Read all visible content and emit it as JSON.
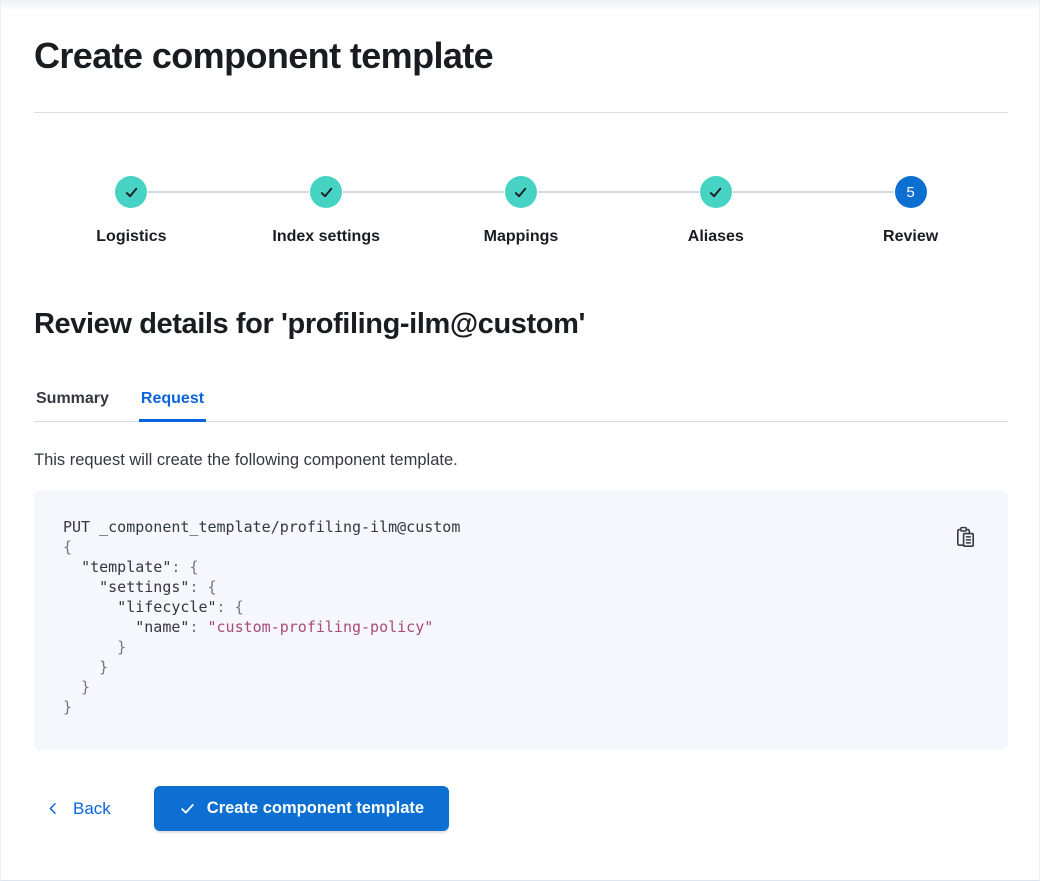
{
  "header": {
    "title": "Create component template"
  },
  "stepper": {
    "steps": [
      {
        "label": "Logistics",
        "status": "complete"
      },
      {
        "label": "Index settings",
        "status": "complete"
      },
      {
        "label": "Mappings",
        "status": "complete"
      },
      {
        "label": "Aliases",
        "status": "complete"
      },
      {
        "label": "Review",
        "status": "current",
        "number": "5"
      }
    ]
  },
  "review": {
    "heading": "Review details for 'profiling-ilm@custom'"
  },
  "tabs": [
    {
      "label": "Summary",
      "active": false
    },
    {
      "label": "Request",
      "active": true
    }
  ],
  "request": {
    "description": "This request will create the following component template.",
    "code": {
      "lines": [
        [
          {
            "text": "PUT _component_template/profiling-ilm@custom",
            "type": "plain"
          }
        ],
        [
          {
            "text": "{",
            "type": "punct"
          }
        ],
        [
          {
            "text": "  ",
            "type": "plain"
          },
          {
            "text": "\"template\"",
            "type": "key"
          },
          {
            "text": ": ",
            "type": "punct"
          },
          {
            "text": "{",
            "type": "punct"
          }
        ],
        [
          {
            "text": "    ",
            "type": "plain"
          },
          {
            "text": "\"settings\"",
            "type": "key"
          },
          {
            "text": ": ",
            "type": "punct"
          },
          {
            "text": "{",
            "type": "punct"
          }
        ],
        [
          {
            "text": "      ",
            "type": "plain"
          },
          {
            "text": "\"lifecycle\"",
            "type": "key"
          },
          {
            "text": ": ",
            "type": "punct"
          },
          {
            "text": "{",
            "type": "punct"
          }
        ],
        [
          {
            "text": "        ",
            "type": "plain"
          },
          {
            "text": "\"name\"",
            "type": "key"
          },
          {
            "text": ": ",
            "type": "punct"
          },
          {
            "text": "\"custom-profiling-policy\"",
            "type": "string"
          }
        ],
        [
          {
            "text": "      }",
            "type": "punct"
          }
        ],
        [
          {
            "text": "    }",
            "type": "punct"
          }
        ],
        [
          {
            "text": "  }",
            "type": "punct"
          }
        ],
        [
          {
            "text": "}",
            "type": "punct"
          }
        ]
      ]
    }
  },
  "footer": {
    "back_label": "Back",
    "create_label": "Create component template"
  },
  "icons": {
    "copy": "copy-clipboard-icon",
    "back": "chevron-left-icon",
    "create": "check-icon",
    "step_complete": "check-icon"
  },
  "colors": {
    "accent_blue": "#0c6fd1",
    "link_blue": "#0b64dd",
    "step_teal": "#46d3c3",
    "check_dark": "#1d1e24",
    "connector_gray": "#d3d9e2",
    "divider": "#d9dde9",
    "heading_text": "#1a1c21",
    "body_text": "#343741",
    "code_bg": "#f5f7fc",
    "code_plain": "#343741",
    "code_punct": "#6f7582",
    "code_string": "#a94a7c",
    "button_text": "#ffffff"
  }
}
